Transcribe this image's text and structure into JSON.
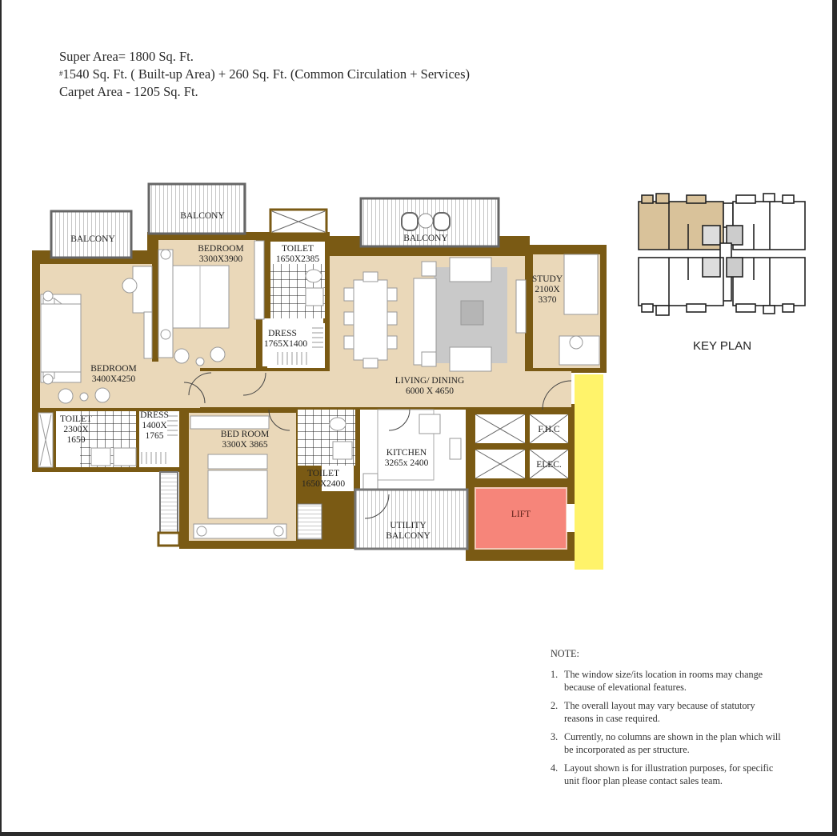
{
  "area_summary": {
    "super_area": "Super Area= 1800 Sq. Ft.",
    "builtup_marker": "#",
    "builtup_breakdown": "1540 Sq. Ft. ( Built-up Area) + 260 Sq. Ft. (Common Circulation + Services)",
    "carpet_area": "Carpet Area - 1205 Sq. Ft."
  },
  "rooms": {
    "balcony_left": {
      "name": "BALCONY"
    },
    "balcony_mid": {
      "name": "BALCONY"
    },
    "balcony_living": {
      "name": "BALCONY"
    },
    "bedroom_master": {
      "name": "BEDROOM",
      "size": "3400X4250"
    },
    "bedroom_2": {
      "name": "BEDROOM",
      "size": "3300X3900"
    },
    "toilet_2": {
      "name": "TOILET",
      "size": "1650X2385"
    },
    "dress_2": {
      "name": "DRESS",
      "size": "1765X1400"
    },
    "toilet_master": {
      "name": "TOILET",
      "size_line1": "2300X",
      "size_line2": "1650"
    },
    "dress_master": {
      "name": "DRESS",
      "size_line1": "1400X",
      "size_line2": "1765"
    },
    "bedroom_3": {
      "name": "BED ROOM",
      "size": "3300X 3865"
    },
    "toilet_3": {
      "name": "TOILET",
      "size": "1650X2400"
    },
    "living_dining": {
      "name": "LIVING/ DINING",
      "size": "6000 X 4650"
    },
    "study": {
      "name": "STUDY",
      "size_line1": "2100X",
      "size_line2": "3370"
    },
    "kitchen": {
      "name": "KITCHEN",
      "size": "3265x 2400"
    },
    "utility_balcony": {
      "name_line1": "UTILITY",
      "name_line2": "BALCONY"
    },
    "fhc": {
      "name": "F.H.C"
    },
    "elec": {
      "name": "ELEC."
    },
    "lift": {
      "name": "LIFT"
    }
  },
  "key_plan": {
    "label": "KEY PLAN"
  },
  "notes": {
    "title": "NOTE:",
    "items": [
      {
        "num": "1.",
        "text": "The window size/its location in rooms may change because of elevational features."
      },
      {
        "num": "2.",
        "text": "The overall layout may vary because of statutory reasons in case required."
      },
      {
        "num": "3.",
        "text": "Currently, no columns are shown in the plan which will be incorporated as per structure."
      },
      {
        "num": "4.",
        "text": "Layout shown is for illustration purposes, for specific unit floor plan please contact sales team."
      }
    ]
  },
  "colors": {
    "wall": "#7a5a14",
    "floor": "#ead8b9",
    "lift": "#f6857a",
    "corridor": "#fff36a",
    "rug": "#c9c9c9",
    "balcony_fill": "#ffffff",
    "line": "#888888"
  }
}
